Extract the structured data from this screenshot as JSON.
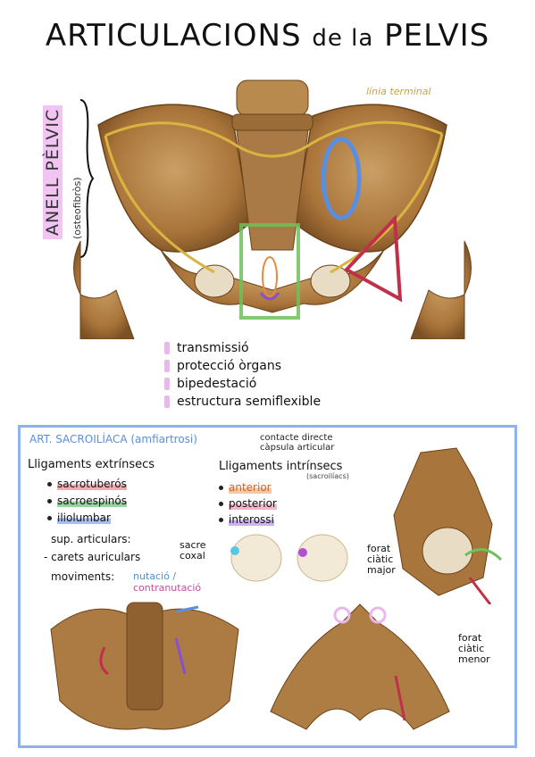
{
  "title": {
    "main": "ARTICULACIONS",
    "connector": "de la",
    "end": "PELVIS"
  },
  "side_label": {
    "main": "ANELL PÈLVIC",
    "sub": "(osteofibròs)"
  },
  "linia_terminal": "línia terminal",
  "functions": [
    "transmissió",
    "protecció òrgans",
    "bipedestació",
    "estructura semiflexible"
  ],
  "sacroiliac": {
    "title": "ART. SACROILÍACA (amfiartrosi)",
    "contacte": [
      "contacte directe",
      "càpsula articular"
    ],
    "extrinsecs": {
      "heading": "Lligaments extrínsecs",
      "items": [
        "sacrotuberós",
        "sacroespinós",
        "iliolumbar"
      ]
    },
    "intrinsecs": {
      "heading": "Lligaments intrínsecs",
      "sub": "(sacroilíacs)",
      "items": [
        "anterior",
        "posterior",
        "interossi"
      ]
    },
    "sup_articulars": "sup. articulars:",
    "carets": "- carets auriculars",
    "sacre_coxal": [
      "sacre",
      "coxal"
    ],
    "moviments_label": "moviments:",
    "moviments": [
      "nutació /",
      "contranutació"
    ],
    "forat_major": [
      "forat",
      "ciàtic",
      "major"
    ],
    "forat_menor": [
      "forat",
      "ciàtic",
      "menor"
    ]
  },
  "colors": {
    "box_border": "#8fb2ec",
    "bone": "#b5823e",
    "blue_marker": "#5a8ee0",
    "pink_highlight": "#f1c4f3",
    "red_ligament": "#c0304a",
    "green_box": "#6fbf5a",
    "yellow_line": "#d9b540"
  }
}
